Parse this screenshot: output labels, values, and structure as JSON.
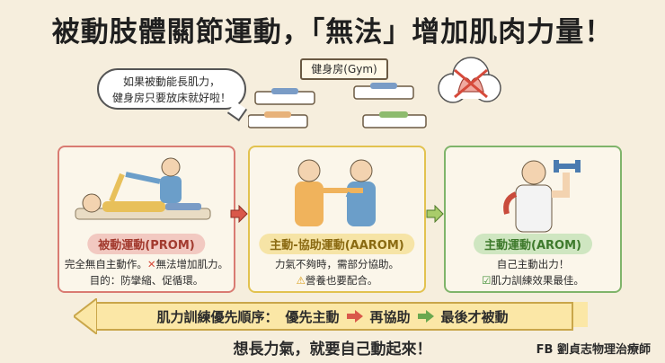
{
  "title": "被動肢體關節運動，「無法」增加肌肉力量！",
  "bubble": {
    "line1": "如果被動能長肌力，",
    "line2": "健身房只要放床就好啦！"
  },
  "gym_sign": "健身房(Gym)",
  "panels": [
    {
      "label": "被動運動(PROM)",
      "line1_a": "完全無自主動作。",
      "line1_b": "無法增加肌力。",
      "line2": "目的：防攣縮、促循環。"
    },
    {
      "label": "主動-協助運動(AAROM)",
      "line1": "力氣不夠時，需部分協助。",
      "line2": "營養也要配合。"
    },
    {
      "label": "主動運動(AROM)",
      "line1": "自己主動出力！",
      "line2": "肌力訓練效果最佳。"
    }
  ],
  "order": {
    "prefix": "肌力訓練優先順序：",
    "step1": "優先主動",
    "step2": "再協助",
    "step3": "最後才被動"
  },
  "footer": "想長力氣，就要自己動起來！",
  "credit": "FB 劉貞志物理治療師",
  "colors": {
    "prom": "#d97b72",
    "aarom": "#e2c24f",
    "arom": "#7fb46a",
    "arrow_red": "#d9584a",
    "arrow_green": "#6aa84f"
  }
}
